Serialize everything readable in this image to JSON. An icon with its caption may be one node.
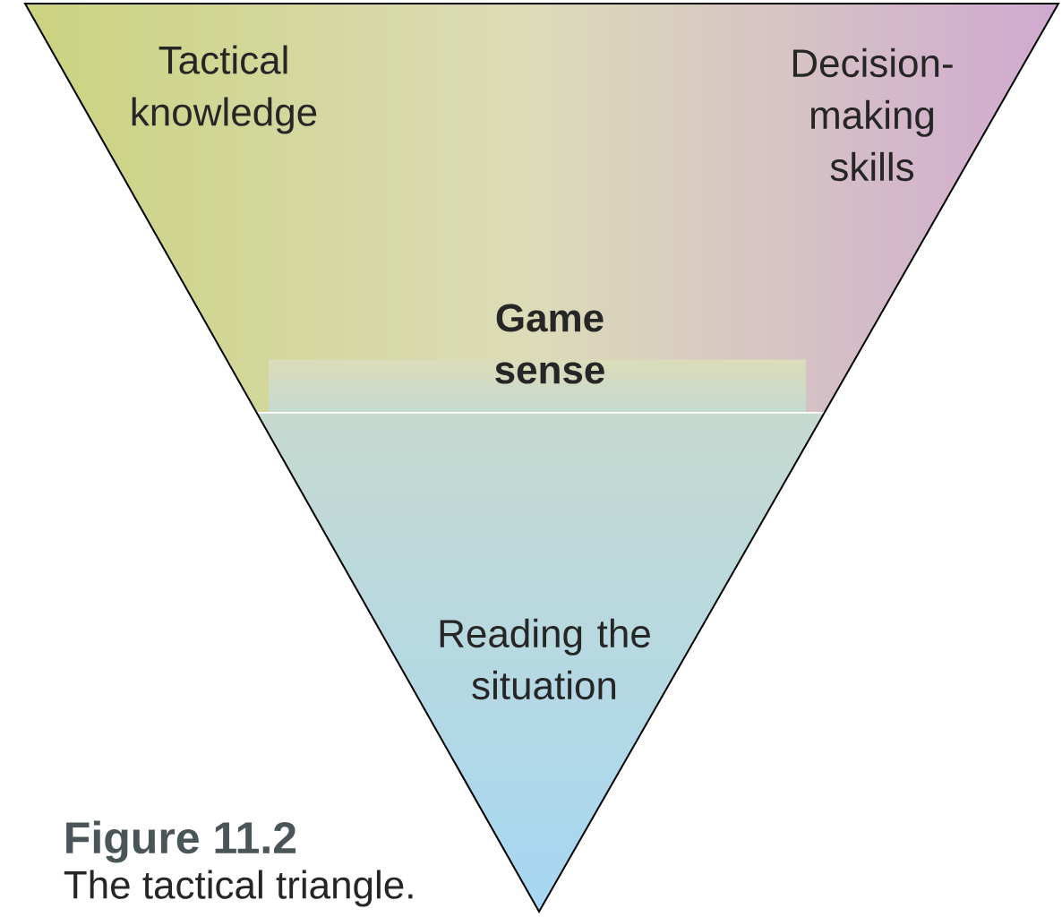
{
  "diagram": {
    "title": "Figure 11.2",
    "caption": "The tactical triangle.",
    "nodes": [
      {
        "text": [
          "Tactical knowledge",
          "Decision-making skills",
          "Game sense",
          "Reading the situation"
        ]
      }
    ]
  }
}
